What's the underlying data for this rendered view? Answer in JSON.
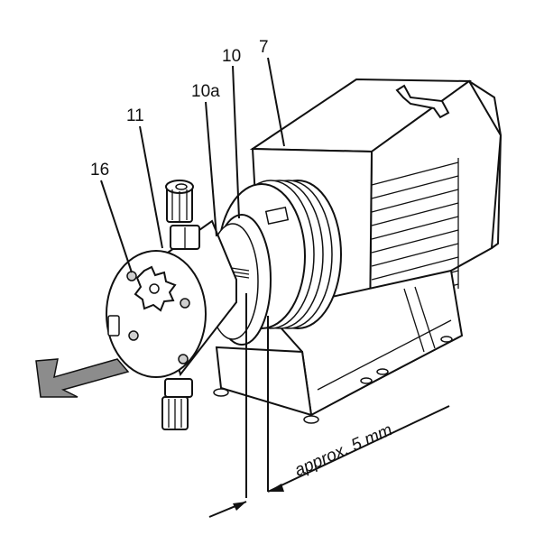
{
  "diagram": {
    "callouts": {
      "label_16": "16",
      "label_11": "11",
      "label_10a": "10a",
      "label_10": "10",
      "label_7": "7"
    },
    "dimension": {
      "text": "approx. 5 mm"
    },
    "colors": {
      "line": "#111111",
      "arrow_fill": "#8c8c8c",
      "housing_fill": "#ffffff",
      "screw_fill": "#cfcfcf"
    }
  }
}
